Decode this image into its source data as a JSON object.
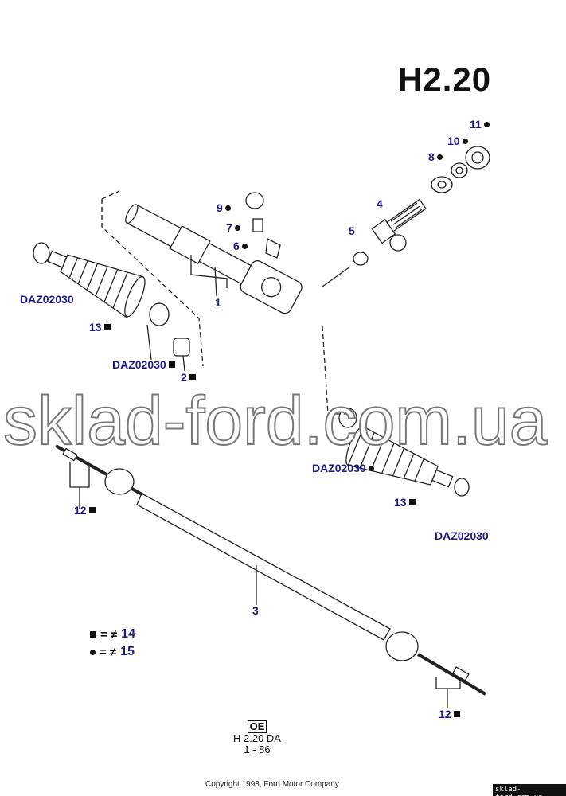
{
  "title": "H2.20",
  "watermark": "sklad-ford.com.ua",
  "callouts": [
    {
      "label": "11",
      "marker": "circle"
    },
    {
      "label": "10",
      "marker": "circle"
    },
    {
      "label": "8",
      "marker": "circle"
    },
    {
      "label": "9",
      "marker": "circle"
    },
    {
      "label": "7",
      "marker": "circle"
    },
    {
      "label": "6",
      "marker": "circle"
    },
    {
      "label": "4",
      "marker": "none"
    },
    {
      "label": "5",
      "marker": "none"
    },
    {
      "label": "1",
      "marker": "none"
    },
    {
      "label": "DAZ02030",
      "marker": "none"
    },
    {
      "label": "13",
      "marker": "square"
    },
    {
      "label": "DAZ02030",
      "marker": "square"
    },
    {
      "label": "2",
      "marker": "square"
    },
    {
      "label": "DAZ02030",
      "marker": "circle"
    },
    {
      "label": "13",
      "marker": "square"
    },
    {
      "label": "DAZ02030",
      "marker": "none"
    },
    {
      "label": "12",
      "marker": "square"
    },
    {
      "label": "3",
      "marker": "none"
    },
    {
      "label": "12",
      "marker": "square"
    }
  ],
  "legend": [
    {
      "marker": "square",
      "text": "= ≠",
      "ref": "14"
    },
    {
      "marker": "circle",
      "text": "= ≠",
      "ref": "15"
    }
  ],
  "code": {
    "box": "OE",
    "line1": "H  2.20 DA",
    "line2": "1 - 86"
  },
  "copyright": "Copyright 1998, Ford Motor Company",
  "site_badge": "sklad-ford.com.ua"
}
